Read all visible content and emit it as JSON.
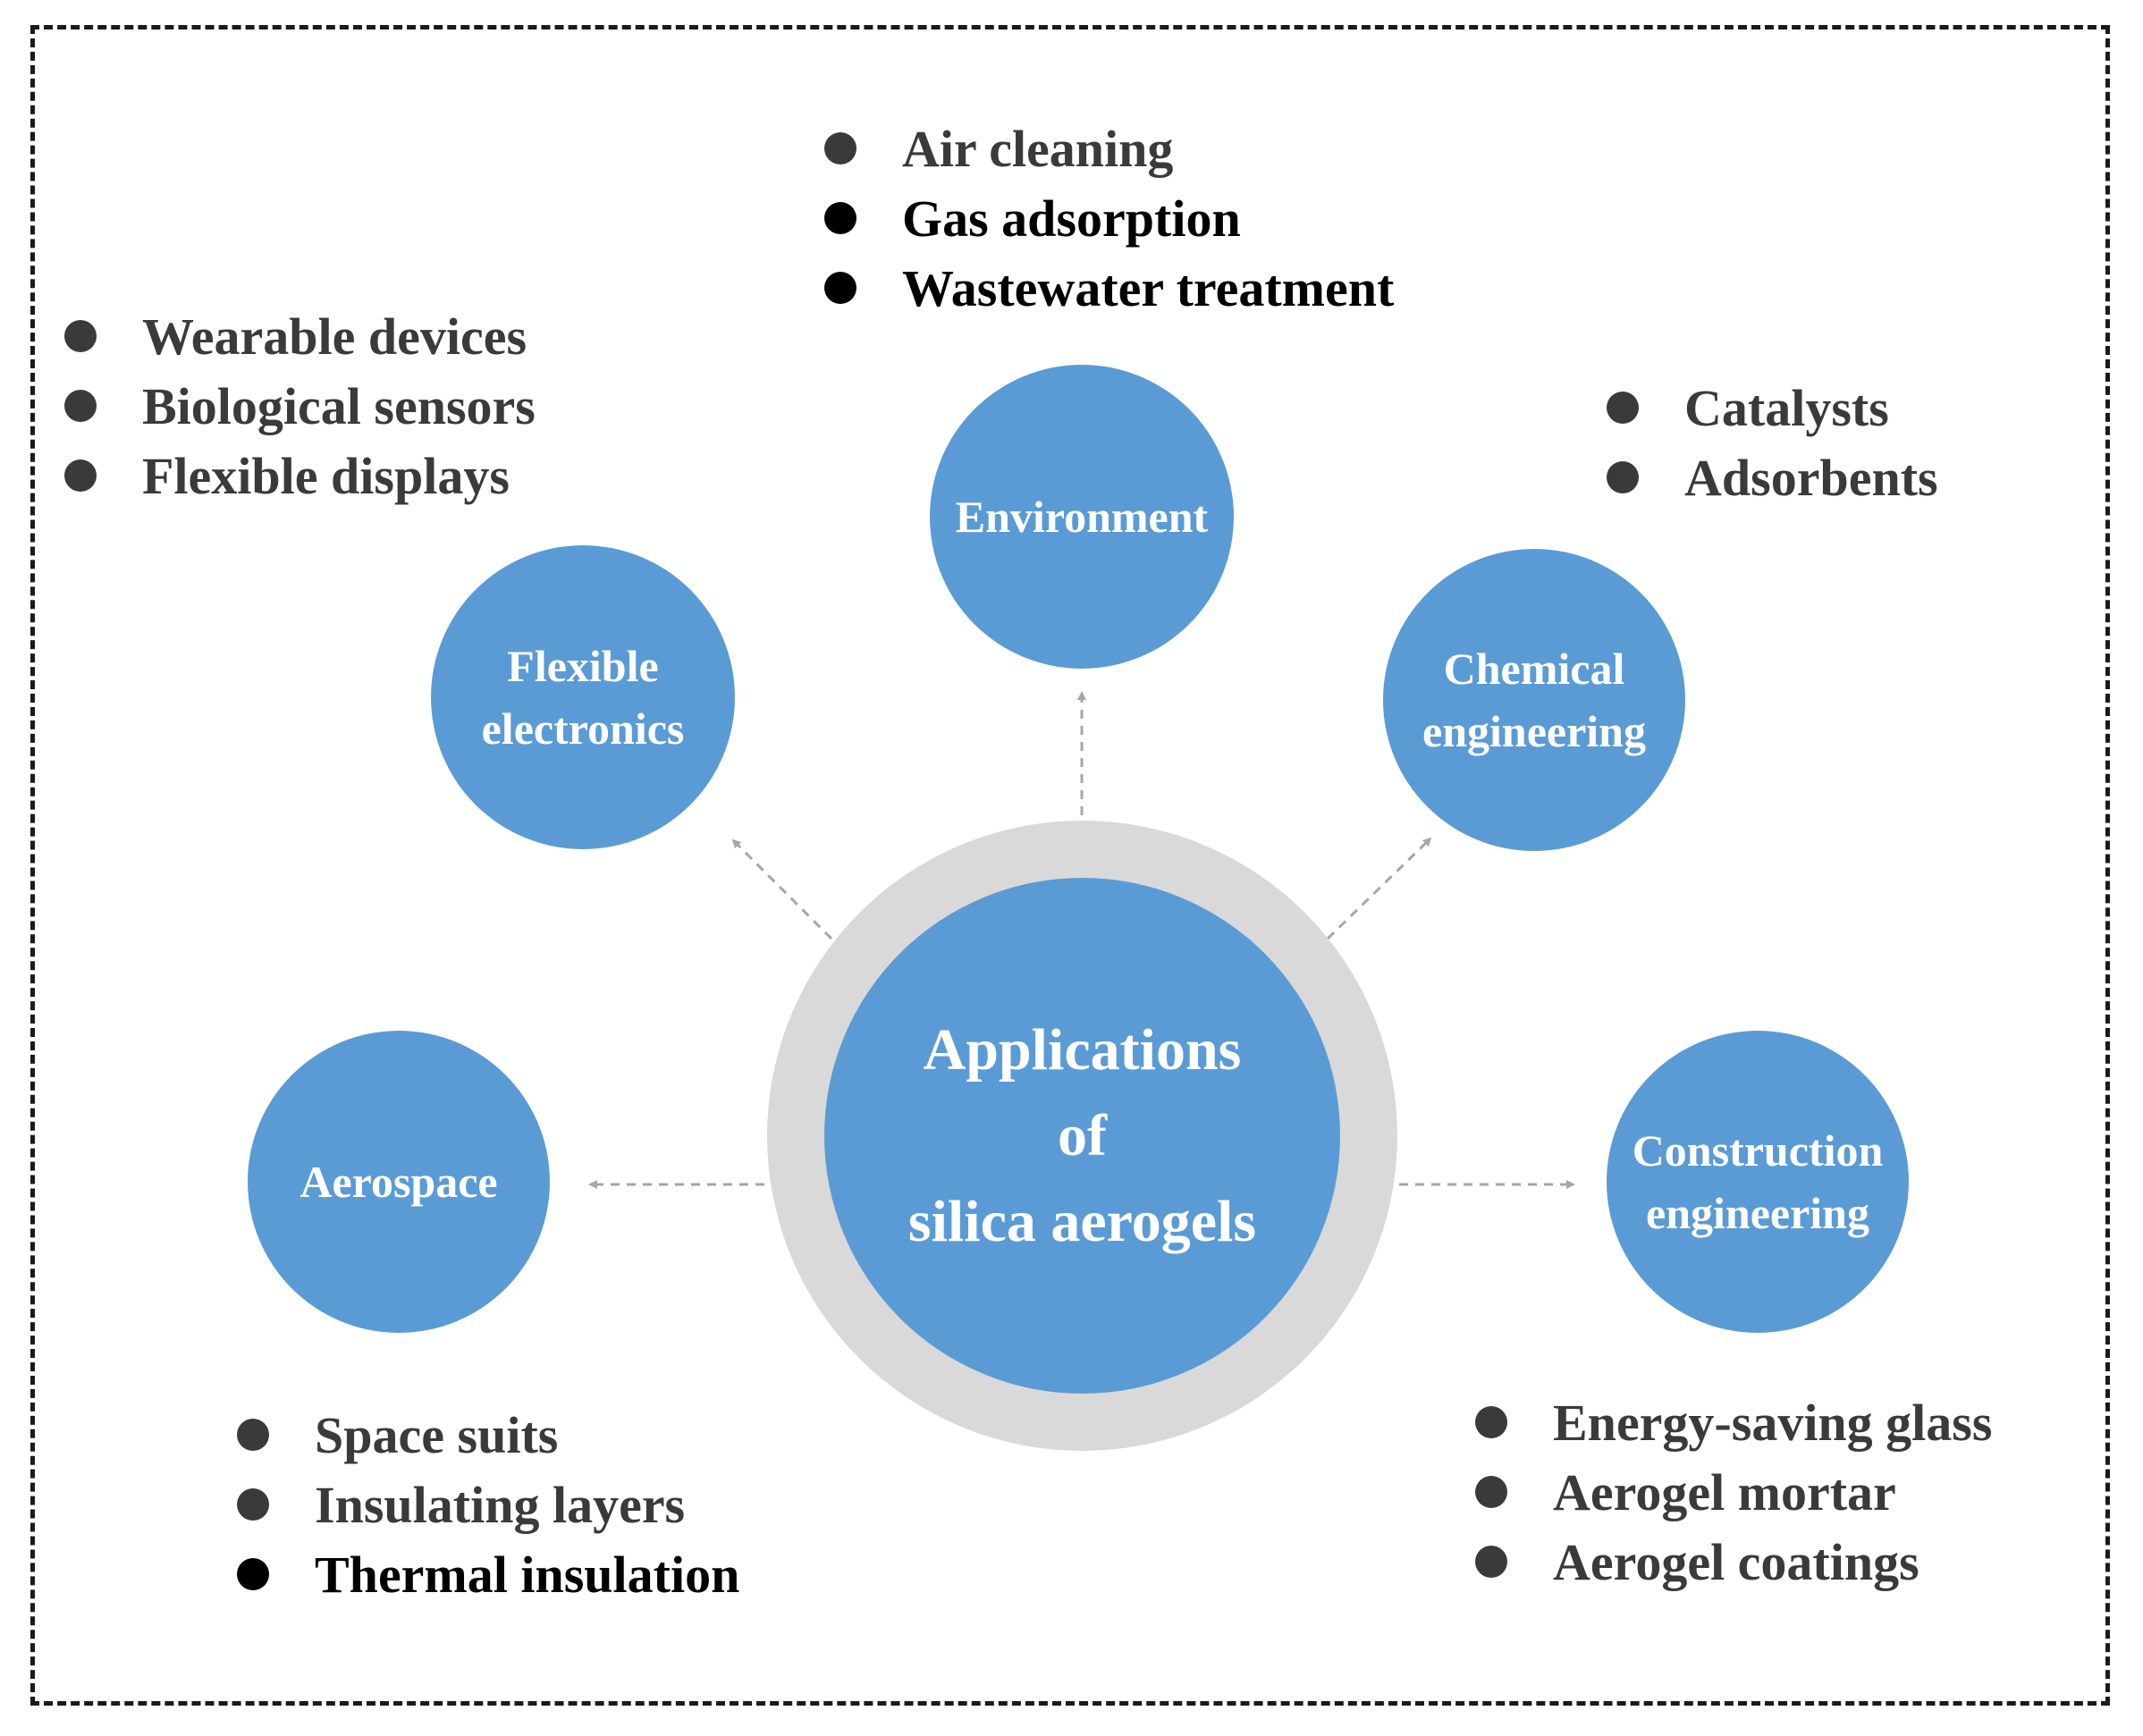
{
  "diagram": {
    "center": {
      "label": "Applications\nof\nsilica aerogels"
    },
    "nodes": [
      {
        "id": "environment",
        "label": "Environment",
        "items": [
          {
            "text": "Air cleaning",
            "dark": false
          },
          {
            "text": "Gas adsorption",
            "dark": true
          },
          {
            "text": "Wastewater treatment",
            "dark": true
          }
        ]
      },
      {
        "id": "flexible-electronics",
        "label": "Flexible\nelectronics",
        "items": [
          {
            "text": "Wearable devices",
            "dark": false
          },
          {
            "text": "Biological sensors",
            "dark": false
          },
          {
            "text": "Flexible displays",
            "dark": false
          }
        ]
      },
      {
        "id": "chemical-engineering",
        "label": "Chemical\nengineering",
        "items": [
          {
            "text": "Catalysts",
            "dark": false
          },
          {
            "text": "Adsorbents",
            "dark": false
          }
        ]
      },
      {
        "id": "aerospace",
        "label": "Aerospace",
        "items": [
          {
            "text": "Space suits",
            "dark": false
          },
          {
            "text": "Insulating layers",
            "dark": false
          },
          {
            "text": "Thermal insulation",
            "dark": true
          }
        ]
      },
      {
        "id": "construction-engineering",
        "label": "Construction\nengineering",
        "items": [
          {
            "text": "Energy-saving glass",
            "dark": false
          },
          {
            "text": "Aerogel mortar",
            "dark": false
          },
          {
            "text": "Aerogel coatings",
            "dark": false
          }
        ]
      }
    ]
  },
  "colors": {
    "node_fill": "#5b9bd5",
    "halo": "#d9d9d9",
    "node_text": "#ffffff",
    "bullet_text": "#3a3a3a",
    "bullet_text_dark": "#000000",
    "arrow": "#a6a6a6",
    "frame": "#1a1a1a"
  }
}
